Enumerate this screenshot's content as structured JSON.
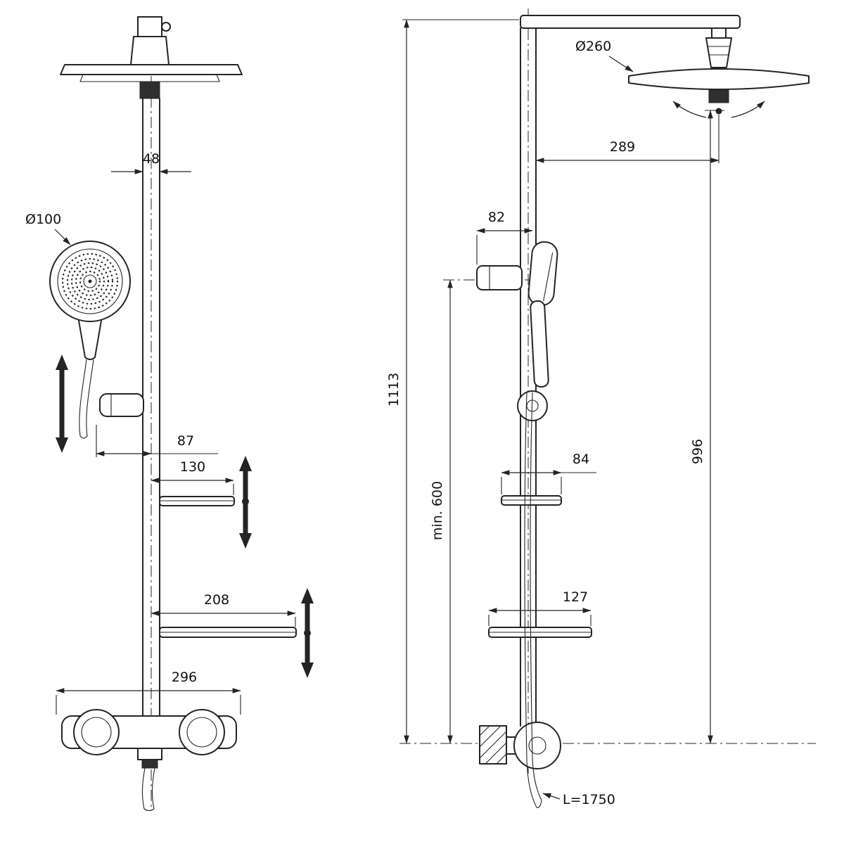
{
  "drawing": {
    "front_view": {
      "dim_pipe_width": "48",
      "label_handshower_diameter": "Ø100",
      "dim_holder_offset": "87",
      "dim_small_shelf_width": "130",
      "dim_large_shelf_width": "208",
      "dim_mixer_width": "296"
    },
    "side_view": {
      "label_head_diameter": "Ø260",
      "dim_head_reach": "289",
      "dim_bracket_depth": "82",
      "dim_overall_height": "1113",
      "dim_min_mount_height": "min. 600",
      "dim_rail_height": "996",
      "dim_small_shelf_depth": "84",
      "dim_large_shelf_depth": "127",
      "label_hose_length": "L=1750"
    },
    "colors": {
      "line": "#242424",
      "background": "#ffffff"
    }
  }
}
